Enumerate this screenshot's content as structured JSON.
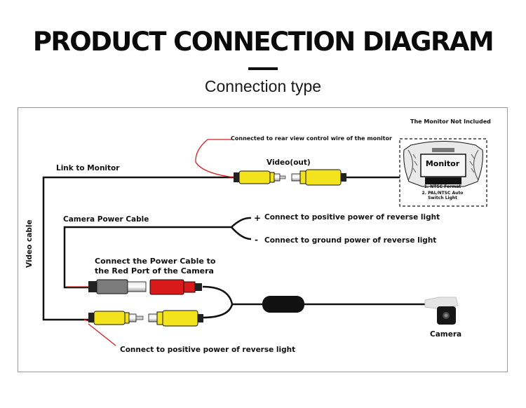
{
  "header": {
    "title": "PRODUCT CONNECTION DIAGRAM",
    "subtitle": "Connection type"
  },
  "labels": {
    "monitor_note": "The Monitor Not Included",
    "monitor_screen": "Monitor",
    "monitor_spec_1": "1. NTSC Format",
    "monitor_spec_2": "2. PAL/NTSC Auto",
    "monitor_spec_3": "Switch Light",
    "rear_view_note": "Connected to rear view control wire of the monitor",
    "video_out": "Video(out)",
    "link_to_monitor": "Link to Monitor",
    "camera_power_cable": "Camera Power Cable",
    "positive_sign": "+",
    "positive_power": "Connect to positive power of reverse light",
    "negative_sign": "-",
    "ground_power": "Connect to ground power of reverse light",
    "power_port_line1": "Connect the Power Cable to",
    "power_port_line2": "the Red Port of the Camera",
    "video_cable": "Video cable",
    "camera": "Camera",
    "bottom_positive": "Connect to positive power of reverse light"
  },
  "colors": {
    "rca_yellow": "#f2e31c",
    "plug_red": "#d81a1a",
    "plug_gray": "#7b7b7b",
    "annotation_red": "#d61e1e",
    "wire": "#111111"
  }
}
